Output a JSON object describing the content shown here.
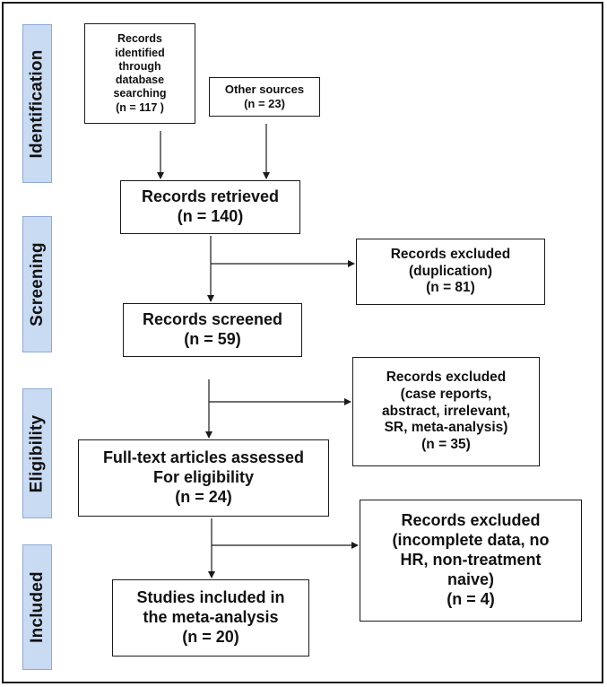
{
  "stages": {
    "identification": "Identification",
    "screening": "Screening",
    "eligibility": "Eligibility",
    "included": "Included"
  },
  "boxes": {
    "database": {
      "lines": [
        "Records",
        "identified",
        "through",
        "database",
        "searching",
        "(n = 117 )"
      ]
    },
    "other_sources": {
      "lines": [
        "Other sources",
        "(n = 23)"
      ]
    },
    "retrieved": {
      "lines": [
        "Records retrieved",
        "(n = 140)"
      ]
    },
    "excluded_duplication": {
      "lines": [
        "Records excluded",
        "(duplication)",
        "(n = 81)"
      ]
    },
    "screened": {
      "lines": [
        "Records screened",
        "(n = 59)"
      ]
    },
    "excluded_case_reports": {
      "lines": [
        "Records excluded",
        "(case reports,",
        "abstract, irrelevant,",
        "SR, meta-analysis)",
        "(n = 35)"
      ]
    },
    "full_text": {
      "lines": [
        "Full-text articles assessed",
        "For eligibility",
        "(n = 24)"
      ]
    },
    "excluded_incomplete": {
      "lines": [
        "Records excluded",
        "(incomplete data, no",
        "HR, non-treatment",
        "naive)",
        "(n = 4)"
      ]
    },
    "included": {
      "lines": [
        "Studies included in",
        "the meta-analysis",
        "(n = 20)"
      ]
    }
  }
}
